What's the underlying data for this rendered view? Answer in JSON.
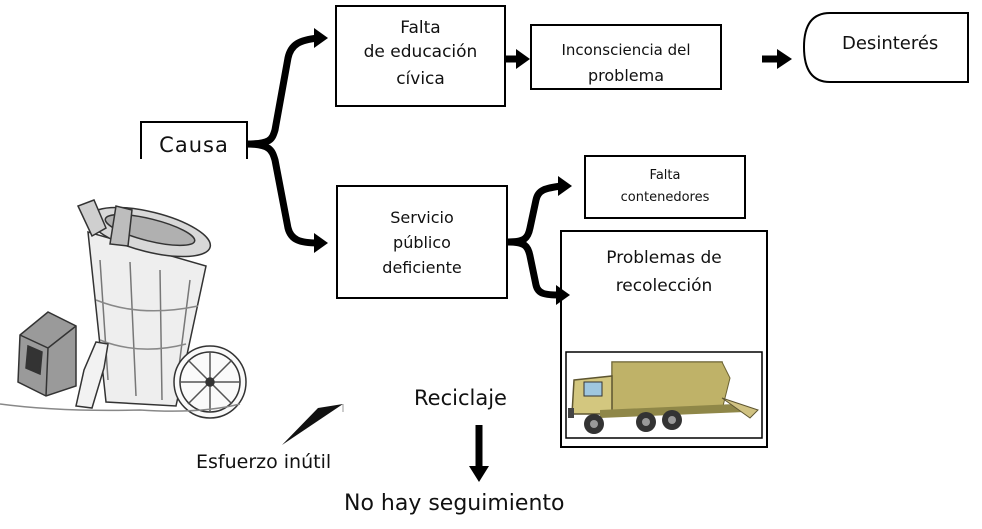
{
  "nodes": {
    "causa": "Causa",
    "falta_educacion": [
      "Falta",
      "de",
      "educación",
      "cívica"
    ],
    "inconsciencia": [
      "Inconsciencia del",
      "problema"
    ],
    "desinteres": "Desinterés",
    "servicio": [
      "Servicio",
      "público",
      "deficiente"
    ],
    "falta_contenedores": [
      "Falta",
      "contenedores"
    ],
    "problemas_recoleccion": [
      "Problemas de",
      "recolección"
    ],
    "reciclaje": "Reciclaje",
    "esfuerzo": "Esfuerzo inútil",
    "seguimiento": "No hay seguimiento"
  },
  "illustrations": [
    "trash-can-icon",
    "garbage-truck-icon"
  ]
}
